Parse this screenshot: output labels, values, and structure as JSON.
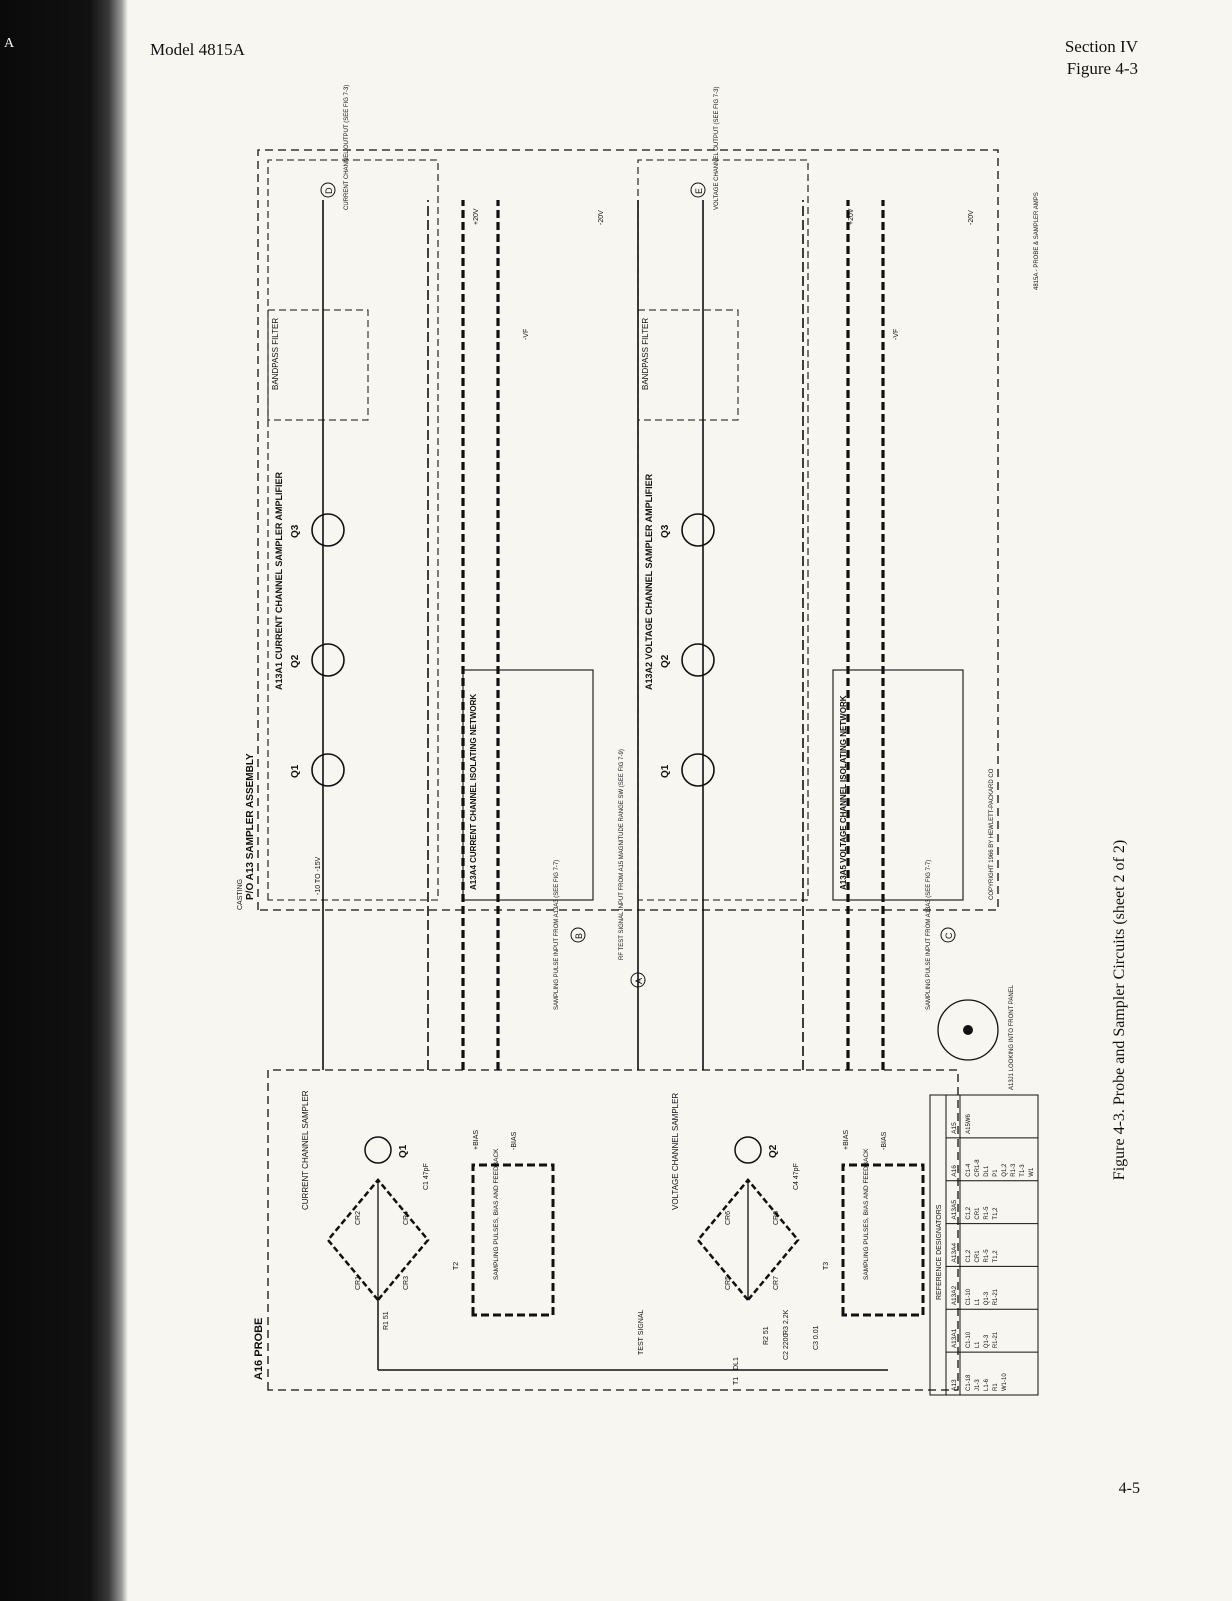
{
  "edge_letter": "A",
  "header": {
    "model": "Model 4815A",
    "section": "Section IV",
    "figure": "Figure 4-3"
  },
  "page_number": "4-5",
  "caption": "Figure 4-3.    Probe and Sampler Circuits (sheet 2 of 2)",
  "schematic": {
    "sheet_code": "4815A - PROBE & SAMPLER AMPS",
    "copyright": "COPYRIGHT 1966 BY HEWLETT-PACKARD CO",
    "probe": {
      "title": "A16 PROBE",
      "current_sampler": "CURRENT CHANNEL SAMPLER",
      "voltage_sampler": "VOLTAGE CHANNEL SAMPLER",
      "sampling_pulses": "SAMPLING PULSES, BIAS AND FEEDBACK",
      "test_signal": "TEST SIGNAL",
      "q1": "Q1",
      "q2": "Q2",
      "c1": "C1 47pF",
      "c4": "C4 47pF",
      "r1": "R1 51",
      "r3": "R3 2.2K",
      "r2": "R2 51",
      "c2": "C2 2200",
      "c3": "C3 0.01",
      "dl1": "DL1",
      "t1": "T1",
      "t2": "T2",
      "t3": "T3",
      "cr1": "CR1",
      "cr2": "CR2",
      "cr3": "CR3",
      "cr4": "CR4",
      "cr5": "CR5",
      "cr6": "CR6",
      "cr7": "CR7",
      "cr8": "CR8",
      "bias_plus": "+BIAS",
      "bias_minus": "-BIAS"
    },
    "assembly": {
      "title": "P/O A13 SAMPLER ASSEMBLY",
      "casting": "CASTING",
      "a13a1": "A13A1 CURRENT CHANNEL SAMPLER AMPLIFIER",
      "a13a2": "A13A2 VOLTAGE CHANNEL SAMPLER AMPLIFIER",
      "a13a4": "A13A4 CURRENT CHANNEL ISOLATING NETWORK",
      "a13a5": "A13A5 VOLTAGE CHANNEL ISOLATING NETWORK",
      "bandpass": "BANDPASS FILTER",
      "q1": "Q1",
      "q2": "Q2",
      "q3": "Q3",
      "neg_vf": "-VF",
      "pos20": "+20V",
      "neg20": "-20V",
      "range": "-10 TO -15V"
    },
    "outputs": {
      "d_label": "CURRENT CHANNEL OUTPUT (SEE FIG 7-3)",
      "e_label": "VOLTAGE CHANNEL OUTPUT (SEE FIG 7-3)",
      "a_label": "RF TEST SIGNAL INPUT FROM A15 MAGNITUDE RANGE SW (SEE FIG 7-9)",
      "b_label": "SAMPLING PULSE INPUT FROM A13A3 (SEE FIG 7-7)",
      "c_label": "SAMPLING PULSE INPUT FROM A13A3 (SEE FIG 7-7)",
      "d": "D",
      "e": "E",
      "a": "A",
      "b": "B",
      "c": "C"
    },
    "connector": {
      "label": "A13J1 LOOKING INTO FRONT PANEL"
    },
    "ref_table": {
      "title": "REFERENCE DESIGNATORS",
      "headers": [
        "A13",
        "A13A1",
        "A13A2",
        "A13A4",
        "A13A5",
        "A16",
        "A15"
      ],
      "rows": [
        [
          "C1-18",
          "C1-10",
          "C1-10",
          "C1,2",
          "C1,2",
          "C1-4",
          "A15W6"
        ],
        [
          "J1-3",
          "L1",
          "L1",
          "CR1",
          "CR1",
          "CR1-8",
          ""
        ],
        [
          "L1-6",
          "Q1-3",
          "Q1-3",
          "R1-5",
          "R1-5",
          "DL1",
          ""
        ],
        [
          "R1",
          "R1-21",
          "R1-21",
          "T1,2",
          "T1,2",
          "P1",
          ""
        ],
        [
          "W1-10",
          "",
          "",
          "",
          "",
          "Q1,2",
          ""
        ],
        [
          "",
          "",
          "",
          "",
          "",
          "R1-3",
          ""
        ],
        [
          "",
          "",
          "",
          "",
          "",
          "T1-3",
          ""
        ],
        [
          "",
          "",
          "",
          "",
          "",
          "W1",
          ""
        ]
      ]
    }
  }
}
